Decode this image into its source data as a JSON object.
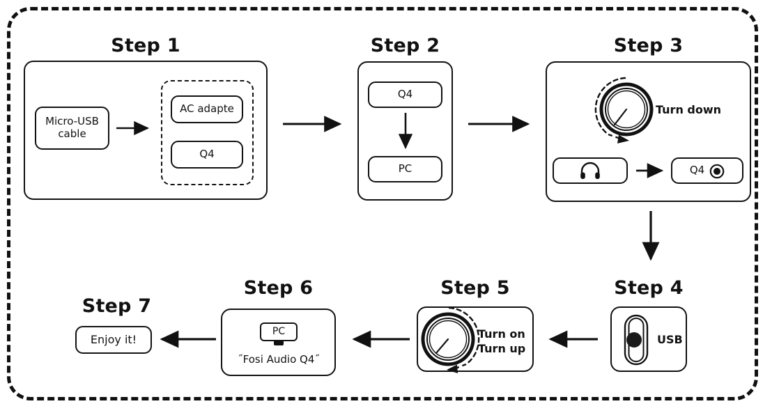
{
  "diagram": {
    "title_prefix": "Step",
    "border_style": "dashed",
    "accent_color": "#111111",
    "background": "#ffffff"
  },
  "steps": [
    {
      "id": "step-1",
      "heading": "Step 1",
      "boxes": [
        {
          "name": "micro-usb-cable",
          "line1": "Micro-USB",
          "line2": "cable"
        },
        {
          "name": "ac-adapter",
          "label": "AC adapte"
        },
        {
          "name": "q4-device",
          "label": "Q4"
        }
      ],
      "group": {
        "name": "dashed-group",
        "style": "dashed"
      },
      "arrow": {
        "name": "arrow-right",
        "direction": "right"
      }
    },
    {
      "id": "step-2",
      "heading": "Step 2",
      "boxes": [
        {
          "name": "q4-device",
          "label": "Q4"
        },
        {
          "name": "pc-device",
          "label": "PC"
        }
      ],
      "arrow": {
        "name": "arrow-down",
        "direction": "down"
      }
    },
    {
      "id": "step-3",
      "heading": "Step 3",
      "knob": {
        "name": "volume-knob",
        "rotation": "counter-clockwise",
        "label": "Turn down"
      },
      "boxes": [
        {
          "name": "headphone-jack",
          "icon": "headphones-icon",
          "label": ""
        },
        {
          "name": "q4-output-jack",
          "label": "Q4",
          "icon": "audio-jack-icon"
        }
      ],
      "arrow": {
        "name": "arrow-right",
        "direction": "right"
      }
    },
    {
      "id": "step-4",
      "heading": "Step 4",
      "switch": {
        "name": "usb-toggle-switch",
        "label": "USB",
        "position": "on"
      }
    },
    {
      "id": "step-5",
      "heading": "Step 5",
      "knob": {
        "name": "volume-knob",
        "rotation": "clockwise",
        "label_line1": "Turn on",
        "label_line2": "Turn up"
      }
    },
    {
      "id": "step-6",
      "heading": "Step 6",
      "monitor": {
        "name": "pc-monitor-icon",
        "label": "PC"
      },
      "caption": "˝Fosi Audio Q4˝"
    },
    {
      "id": "step-7",
      "heading": "Step 7",
      "boxes": [
        {
          "name": "enjoy-message",
          "label": "Enjoy it!"
        }
      ]
    }
  ],
  "connectors": [
    {
      "name": "connector-step1-to-step2",
      "direction": "right"
    },
    {
      "name": "connector-step2-to-step3",
      "direction": "right"
    },
    {
      "name": "connector-step3-to-step4",
      "direction": "down"
    },
    {
      "name": "connector-step4-to-step5",
      "direction": "left"
    },
    {
      "name": "connector-step5-to-step6",
      "direction": "left"
    },
    {
      "name": "connector-step6-to-step7",
      "direction": "left"
    }
  ]
}
